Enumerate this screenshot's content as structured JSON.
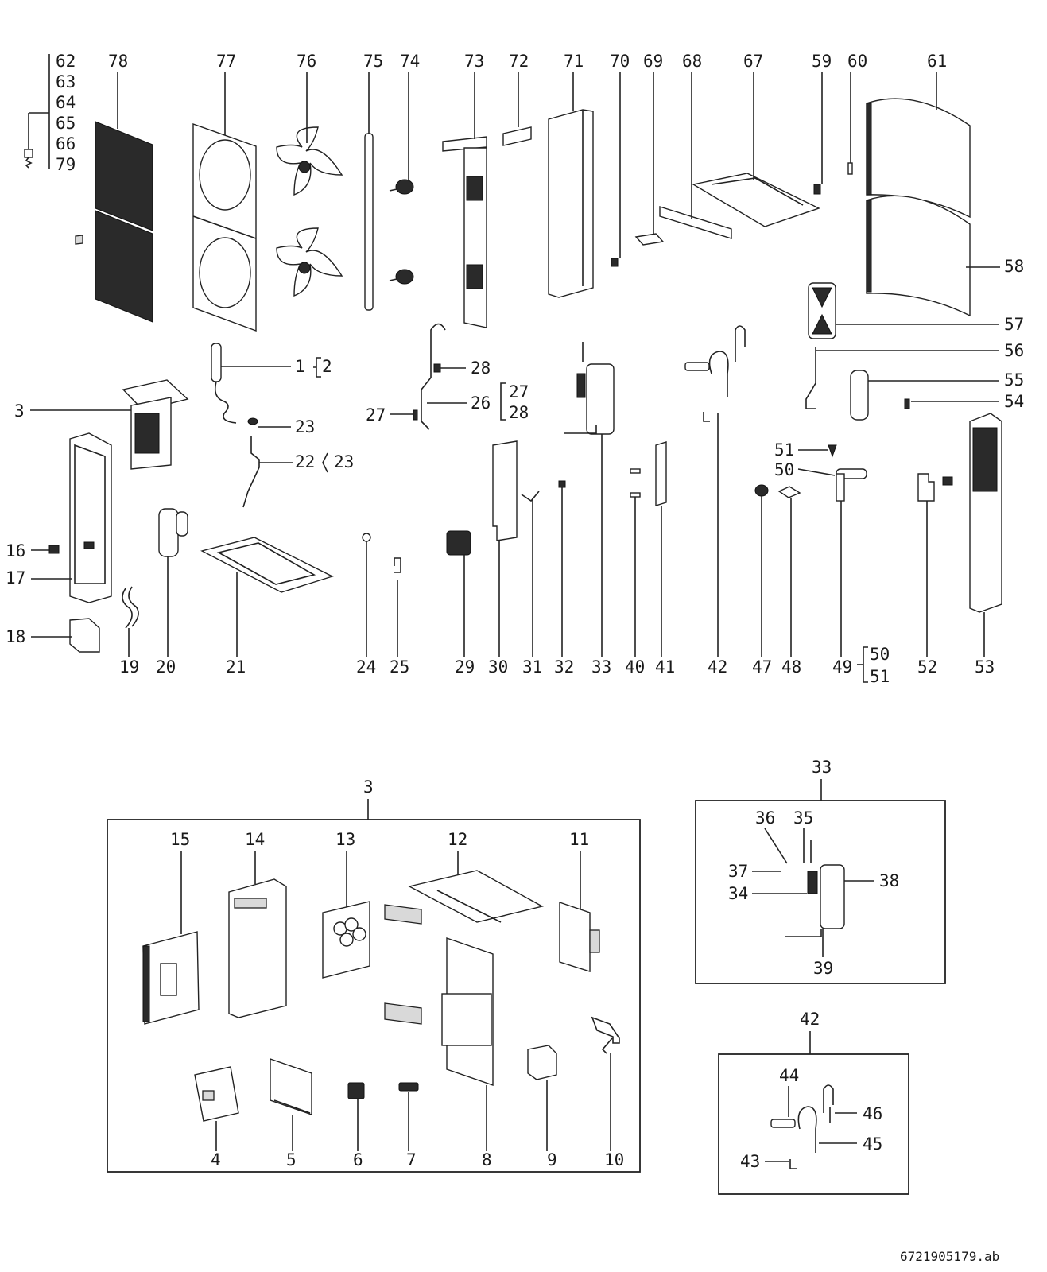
{
  "labels": {
    "l62": "62",
    "l63": "63",
    "l64": "64",
    "l65": "65",
    "l66": "66",
    "l79": "79",
    "l78": "78",
    "l77": "77",
    "l76": "76",
    "l75": "75",
    "l74": "74",
    "l73": "73",
    "l72": "72",
    "l71": "71",
    "l70": "70",
    "l69": "69",
    "l68": "68",
    "l67": "67",
    "l59": "59",
    "l60": "60",
    "l61": "61",
    "l58": "58",
    "l57": "57",
    "l56": "56",
    "l55": "55",
    "l54": "54",
    "l53": "53",
    "l52": "52",
    "l51a": "51",
    "l50a": "50",
    "l49": "49",
    "l50b": "50",
    "l51b": "51",
    "l48": "48",
    "l47": "47",
    "l42": "42",
    "l41": "41",
    "l40": "40",
    "l33": "33",
    "l32": "32",
    "l31": "31",
    "l30": "30",
    "l29": "29",
    "l28a": "28",
    "l26": "26",
    "l27a": "27",
    "l28b": "28",
    "l27b": "27",
    "l25": "25",
    "l24": "24",
    "l1": "1",
    "l2": "2",
    "l23a": "23",
    "l22": "22",
    "l23b": "23",
    "l3": "3",
    "l16": "16",
    "l17": "17",
    "l18": "18",
    "l19": "19",
    "l20": "20",
    "l21": "21",
    "d3": "3",
    "d15": "15",
    "d14": "14",
    "d13": "13",
    "d12": "12",
    "d11": "11",
    "d4": "4",
    "d5": "5",
    "d6": "6",
    "d7": "7",
    "d8": "8",
    "d9": "9",
    "d10": "10",
    "d33": "33",
    "d36": "36",
    "d35": "35",
    "d37": "37",
    "d34": "34",
    "d38": "38",
    "d39": "39",
    "d42": "42",
    "d44": "44",
    "d46": "46",
    "d45": "45",
    "d43": "43"
  },
  "document_ref": "6721905179.ab"
}
